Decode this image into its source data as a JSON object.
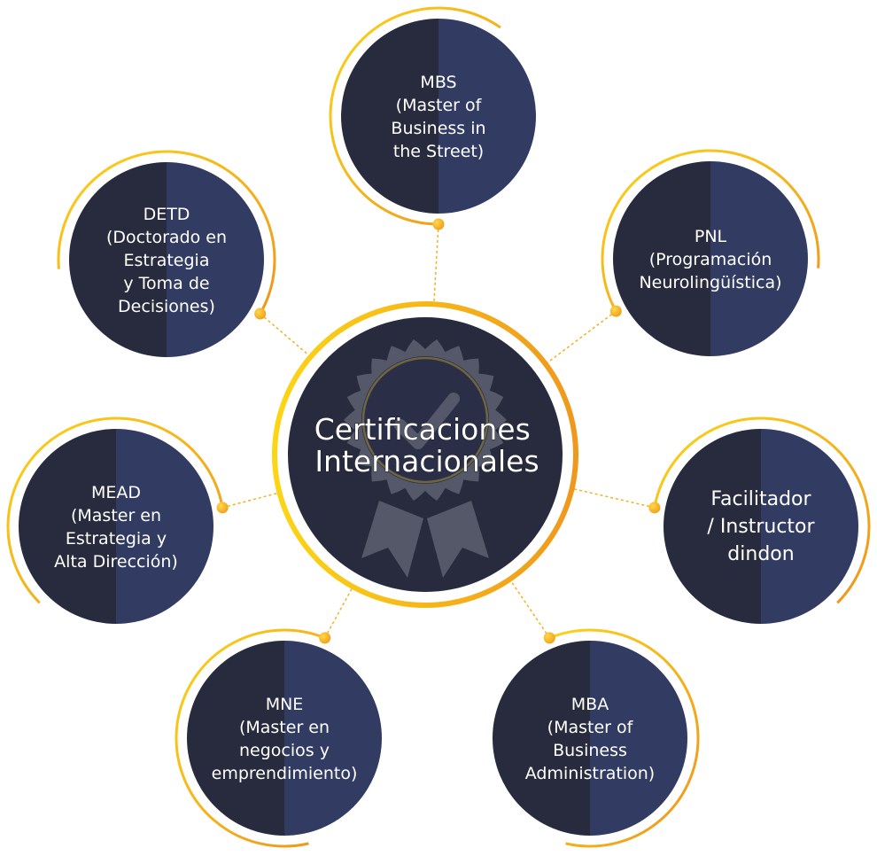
{
  "center": {
    "title_lines": [
      "Certificaciones",
      "Internacionales"
    ],
    "icon": "award-ribbon-icon"
  },
  "satellites": [
    {
      "id": "mbs",
      "lines": [
        "MBS",
        "(Master of",
        "Business in",
        "the Street)"
      ]
    },
    {
      "id": "pnl",
      "lines": [
        "PNL",
        "(Programación",
        "Neurolingüística)"
      ]
    },
    {
      "id": "facilitador",
      "lines": [
        "Facilitador",
        "/ Instructor",
        "dindon"
      ]
    },
    {
      "id": "mba",
      "lines": [
        "MBA",
        "(Master of",
        "Business",
        "Administration)"
      ]
    },
    {
      "id": "mne",
      "lines": [
        "MNE",
        "(Master en",
        "negocios y",
        "emprendimiento)"
      ]
    },
    {
      "id": "mead",
      "lines": [
        "MEAD",
        "(Master en",
        "Estrategia y",
        "Alta Dirección)"
      ]
    },
    {
      "id": "detd",
      "lines": [
        "DETD",
        "(Doctorado en",
        "Estrategia",
        "y Toma de",
        "Decisiones)"
      ]
    }
  ],
  "colors": {
    "dark_left": "#272b3d",
    "dark_right": "#323b62",
    "accent_yellow": "#f9c514",
    "accent_orange": "#ef9a1c",
    "icon_grey": "#555868"
  }
}
